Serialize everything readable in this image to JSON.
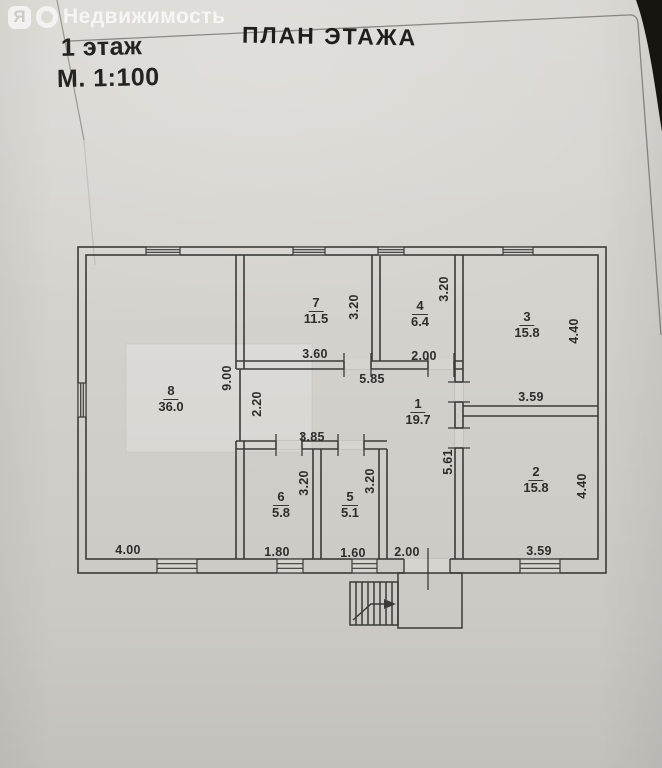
{
  "watermark": {
    "logo_letter": "Я",
    "brand": "Недвижимость"
  },
  "header": {
    "floor_label": "1 этаж",
    "scale_label": "М. 1:100",
    "title": "ПЛАН ЭТАЖА"
  },
  "plan": {
    "rooms": {
      "r1": {
        "number": "1",
        "area": "19.7"
      },
      "r2": {
        "number": "2",
        "area": "15.8"
      },
      "r3": {
        "number": "3",
        "area": "15.8"
      },
      "r4": {
        "number": "4",
        "area": "6.4"
      },
      "r5": {
        "number": "5",
        "area": "5.1"
      },
      "r6": {
        "number": "6",
        "area": "5.8"
      },
      "r7": {
        "number": "7",
        "area": "11.5"
      },
      "r8": {
        "number": "8",
        "area": "36.0"
      }
    },
    "dims": {
      "room8_height": "9.00",
      "room8_width_bottom": "4.00",
      "room7_width": "3.60",
      "room7_height": "3.20",
      "room4_width": "2.00",
      "room4_height": "3.20",
      "room3_width": "3.59",
      "room3_height": "4.40",
      "room2_width": "3.59",
      "room2_height": "4.40",
      "hall_width_top": "5.85",
      "hall_height_left": "2.20",
      "hall_width_bottom": "3.85",
      "corridor_height": "5.61",
      "room6_width": "1.80",
      "room6_height": "3.20",
      "room5_width": "1.60",
      "room5_height": "3.20",
      "entry_width": "2.00"
    }
  },
  "colors": {
    "paper": "#d7d4cf",
    "ink": "#3c3a37",
    "photo_background": "#16150f"
  }
}
